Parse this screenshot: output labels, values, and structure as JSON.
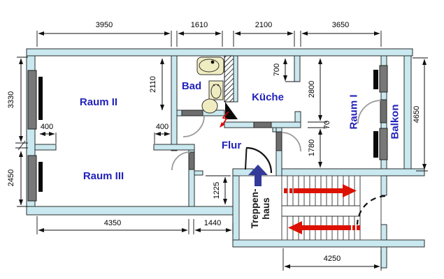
{
  "rooms": {
    "raum1": "Raum I",
    "raum2": "Raum II",
    "raum3": "Raum III",
    "bad": "Bad",
    "kueche": "Küche",
    "flur": "Flur",
    "balkon": "Balkon",
    "treppenhaus_line1": "Treppen-",
    "treppenhaus_line2": "haus"
  },
  "dimensions_mm": {
    "top": [
      "3950",
      "1610",
      "2100",
      "3650"
    ],
    "left": [
      "3330",
      "2450"
    ],
    "right": [
      "4650"
    ],
    "bottom": [
      "4350",
      "1440",
      "4250"
    ],
    "interior": {
      "raum2_depth": "2110",
      "wall_stub_left": "400",
      "wall_stub_right": "400",
      "kueche_stub": "700",
      "kueche_depth": "2800",
      "wall_thickness": "70",
      "flur_depth": "1780",
      "niche_depth": "1225"
    }
  },
  "icons": {
    "stairs_up_arrow": "→",
    "stairs_down_arrow": "←",
    "entrance_arrow": "↑",
    "electrical_lightning": "⚡"
  },
  "colors": {
    "wall_fill": "#c9e8ef",
    "room_label": "#2222bb",
    "stair_arrow": "#dd1100",
    "entrance_arrow": "#333a99",
    "fixture_fill": "#f0ecc2",
    "window_fill": "#787878"
  }
}
